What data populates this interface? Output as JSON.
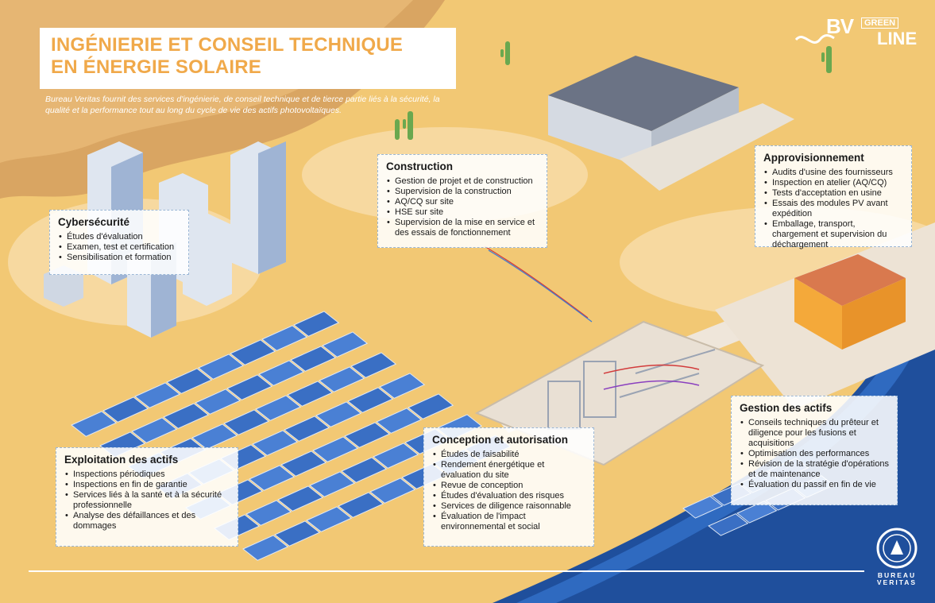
{
  "header": {
    "title_line1": "INGÉNIERIE ET CONSEIL TECHNIQUE",
    "title_line2": "EN ÉNERGIE SOLAIRE",
    "subtitle": "Bureau Veritas fournit des services d'ingénierie, de conseil technique et de tierce partie liés à la sécurité, la qualité et la performance tout au long du cycle de vie des actifs photovoltaïques."
  },
  "logo": {
    "bv": "BV",
    "green": "GREEN",
    "line": "LINE"
  },
  "seal": {
    "line1": "BUREAU",
    "line2": "VERITAS"
  },
  "sections": {
    "cybersecurite": {
      "title": "Cybersécurité",
      "items": [
        "Études d'évaluation",
        "Examen, test et certification",
        "Sensibilisation et formation"
      ]
    },
    "construction": {
      "title": "Construction",
      "items": [
        "Gestion de projet et de construction",
        "Supervision de la construction",
        "AQ/CQ sur site",
        "HSE sur site",
        "Supervision de la mise en service et des essais de fonctionnement"
      ]
    },
    "approvisionnement": {
      "title": "Approvisionnement",
      "items": [
        "Audits d'usine des fournisseurs",
        "Inspection en atelier (AQ/CQ)",
        "Tests d'acceptation en usine",
        "Essais des modules PV avant expédition",
        "Emballage, transport, chargement et supervision du déchargement"
      ]
    },
    "exploitation": {
      "title": "Exploitation des actifs",
      "items": [
        "Inspections périodiques",
        "Inspections en fin de garantie",
        "Services liés à la santé et à la sécurité professionnelle",
        "Analyse des défaillances et des dommages"
      ]
    },
    "conception": {
      "title": "Conception et autorisation",
      "items": [
        "Études de faisabilité",
        "Rendement énergétique et évaluation du site",
        "Revue de conception",
        "Études d'évaluation des risques",
        "Services de diligence raisonnable",
        "Évaluation de l'impact environnemental et social"
      ]
    },
    "gestion": {
      "title": "Gestion des actifs",
      "items": [
        "Conseils techniques du prêteur et diligence pour les fusions et acquisitions",
        "Optimisation des performances",
        "Révision de la stratégie d'opérations et de maintenance",
        "Évaluation du passif en fin de vie"
      ]
    }
  },
  "colors": {
    "sand": "#f2c874",
    "title_orange": "#f0a94a",
    "sea": "#1f4f9c",
    "panel_blue": "#3a6fc4",
    "road": "#efe6da"
  }
}
